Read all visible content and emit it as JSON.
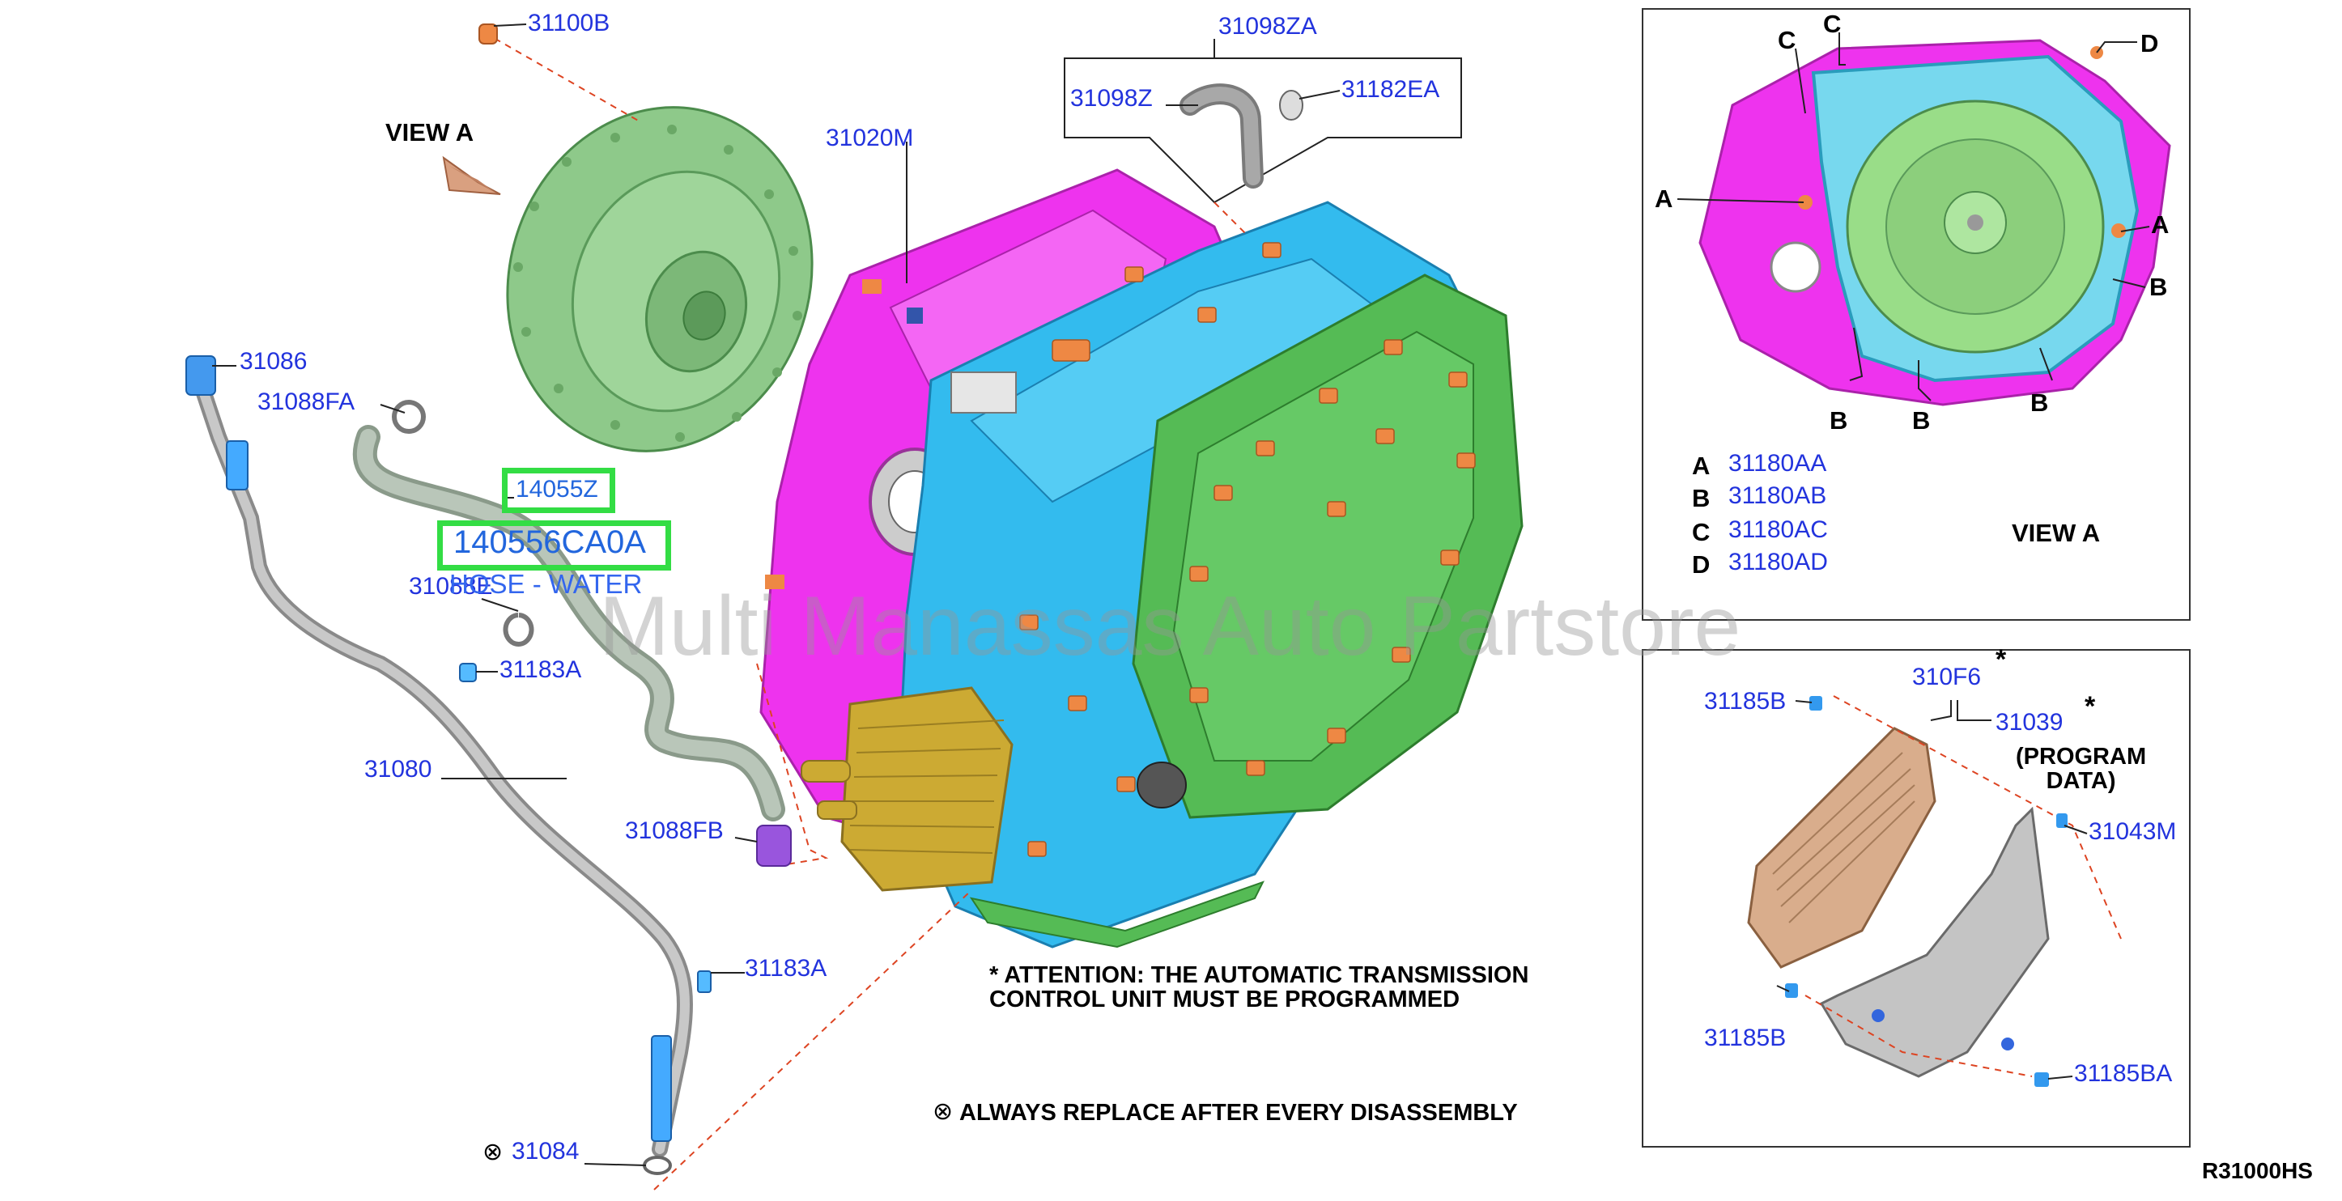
{
  "callouts": {
    "c31100B": "31100B",
    "c31020M": "31020M",
    "c31098ZA": "31098ZA",
    "c31098Z": "31098Z",
    "c31182EA": "31182EA",
    "c31086": "31086",
    "c31088FA": "31088FA",
    "c31088E": "31088E",
    "c31183A_top": "31183A",
    "c31080": "31080",
    "c31088FB": "31088FB",
    "c31183A_bot": "31183A",
    "c31084": "31084",
    "c31185B_top": "31185B",
    "c310F6": "310F6",
    "c31039": "31039",
    "c31043M": "31043M",
    "c31185B_bot": "31185B",
    "c31185BA": "31185BA"
  },
  "highlight": {
    "part_box_1": "14055Z",
    "part_box_2": "140556CA0A",
    "part_desc": "HOSE - WATER"
  },
  "view_a": {
    "title_main": "VIEW A",
    "title_inset": "VIEW A",
    "markers": [
      "C",
      "C",
      "D",
      "A",
      "A",
      "B",
      "B",
      "B",
      "B"
    ],
    "legend": [
      {
        "letter": "A",
        "code": "31180AA"
      },
      {
        "letter": "B",
        "code": "31180AB"
      },
      {
        "letter": "C",
        "code": "31180AC"
      },
      {
        "letter": "D",
        "code": "31180AD"
      }
    ]
  },
  "notes": {
    "program_data": "(PROGRAM\nDATA)",
    "asterisk": "*",
    "attention": "* ATTENTION: THE AUTOMATIC TRANSMISSION\nCONTROL UNIT MUST BE PROGRAMMED",
    "replace_symbol": "⊗",
    "always_replace": "ALWAYS REPLACE AFTER EVERY DISASSEMBLY",
    "diagram_code": "R31000HS"
  },
  "watermark": "Multi Manassas Auto Partstore",
  "colors": {
    "callout_blue": "#2233dd",
    "highlight_green": "#33dd44",
    "torque_converter": "#8ec98a",
    "transmission_magenta": "#ee33ee",
    "valve_body_cyan": "#33bbee",
    "side_cover_green": "#55bb55",
    "bolt_orange": "#ee8844",
    "cooler_gold": "#ccaa33",
    "pipe_gray": "#b4b4b4"
  }
}
